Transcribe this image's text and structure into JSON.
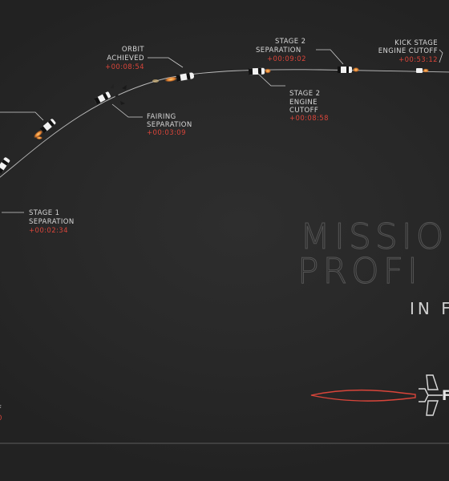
{
  "events": [
    {
      "id": "stage1-sep",
      "lines": [
        "STAGE 1",
        "SEPARATION"
      ],
      "time": "+00:02:34"
    },
    {
      "id": "fairing-sep",
      "lines": [
        "FAIRING",
        "SEPARATION"
      ],
      "time": "+00:03:09"
    },
    {
      "id": "orbit",
      "lines": [
        "ORBIT",
        "ACHIEVED"
      ],
      "time": "+00:08:54"
    },
    {
      "id": "stage2-cutoff",
      "lines": [
        "STAGE 2",
        "ENGINE",
        "CUTOFF"
      ],
      "time": "+00:08:58"
    },
    {
      "id": "stage2-sep",
      "lines": [
        "STAGE 2",
        "SEPARATION"
      ],
      "time": "+00:09:02"
    },
    {
      "id": "kick-cutoff",
      "lines": [
        "KICK STAGE",
        "ENGINE CUTOFF"
      ],
      "time": "+00:53:12"
    },
    {
      "id": "left-partial",
      "lines": [
        "F"
      ],
      "time": "0"
    }
  ],
  "title": {
    "line1": "MISSIO",
    "line2": "PROFI",
    "subtitle": "IN F"
  },
  "logo": {
    "icon": "rocket-logo-icon",
    "partial_text": "F"
  },
  "colors": {
    "background": "#252525",
    "accent_red": "#d9453a",
    "text": "#d8d8d8"
  }
}
